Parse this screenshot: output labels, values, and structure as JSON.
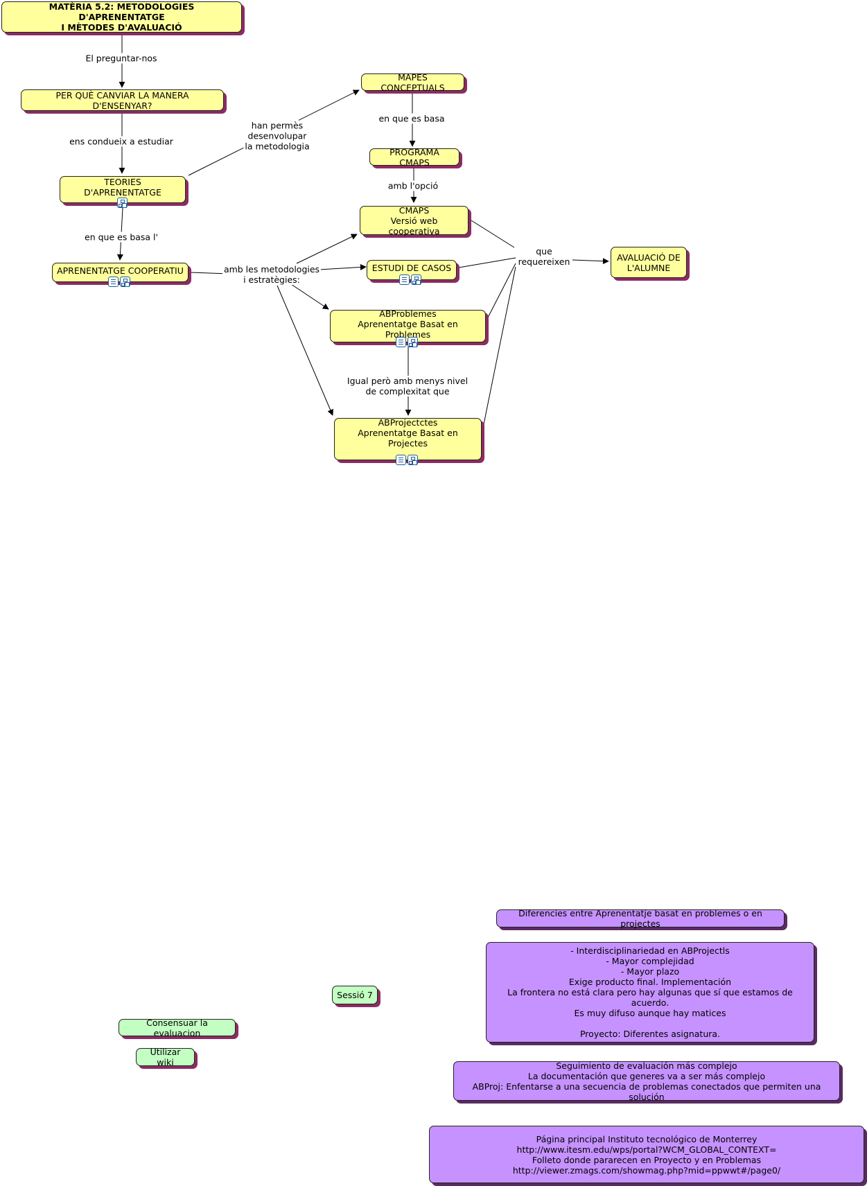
{
  "nodes": {
    "materia": "MATÈRIA 5.2: METODOLOGIES D'APRENENTATGE\nI MÈTODES D'AVALUACIÓ",
    "per_que": "PER QUÈ CANVIAR LA MANERA D'ENSENYAR?",
    "teories": "TEORIES D'APRENENTATGE",
    "cooperatiu": "APRENENTATGE COOPERATIU",
    "mapes": "MAPES CONCEPTUALS",
    "programa": "PROGRAMA CMAPS",
    "cmaps": "CMAPS\nVersió web cooperativa",
    "casos": "ESTUDI DE CASOS",
    "abproblemes": "ABProblemes\nAprenentatge Basat en Problemes",
    "abprojectes": "ABProjectctes\nAprenentatge Basat en Projectes",
    "avaluacio": "AVALUACIÓ DE\nL'ALUMNE",
    "diferencies": "Diferencies entre Aprenentatje basat en problemes o en projectes",
    "interdisc": "- Interdisciplinariedad en ABProjectls\n- Mayor complejidad\n- Mayor plazo\nExige producto final. Implementación\nLa frontera no está clara pero hay algunas que sí que estamos de acuerdo.\nEs muy difuso aunque hay matices\n\nProyecto: Diferentes asignatura.",
    "seguimiento": "Seguimiento de evaluación más complejo\nLa documentación que generes va a ser más complejo\nABProj: Enfentarse a una secuencia de problemas conectados que permiten una solución",
    "pagina": "Página principal Instituto tecnológico de Monterrey\nhttp://www.itesm.edu/wps/portal?WCM_GLOBAL_CONTEXT=\nFolleto donde pararecen en Proyecto y en Problemas\nhttp://viewer.zmags.com/showmag.php?mid=ppwwt#/page0/",
    "sessio": "Sessió 7",
    "consensuar": "Consensuar la evaluacion",
    "wiki": "Utilizar wiki"
  },
  "links": {
    "preguntar": "El preguntar-nos",
    "condueix": "ens condueix a estudiar",
    "permes": "han permès\ndesenvolupar\nla metodologia",
    "basa_l": "en que es basa l'",
    "metodologies": "amb les metodologies\ni estratègies:",
    "basa": "en que es basa",
    "opcio": "amb l'opció",
    "requereixen": "que\nrequereixen",
    "igual": "Igual però amb menys nivel\nde complexitat que"
  },
  "icons": [
    "document-icon",
    "concept-map-icon"
  ],
  "colors": {
    "concept_node": "#ffff9d",
    "session_node": "#c3ffc3",
    "note_node": "#c692ff",
    "shadow": "#8b2c63"
  }
}
